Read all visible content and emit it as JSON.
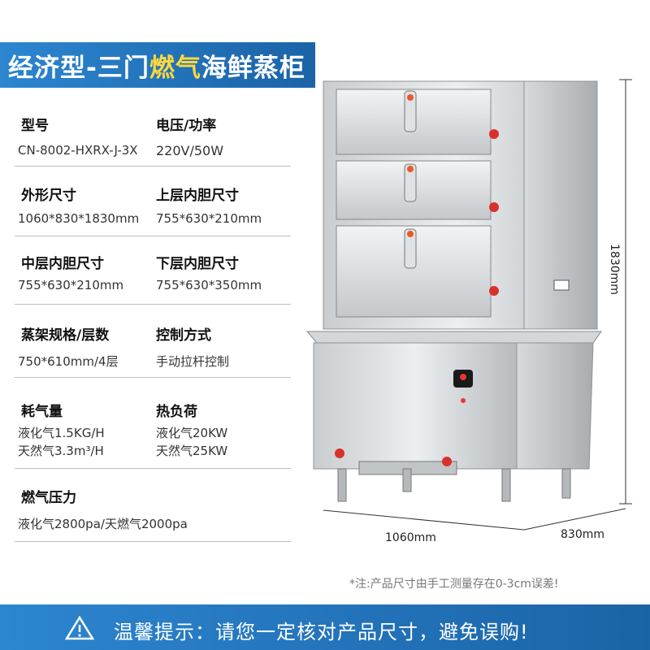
{
  "title": {
    "part1": "经济型-三门",
    "part2": "燃气",
    "part3": "海鲜蒸柜"
  },
  "specs": [
    {
      "label_a": "型号",
      "value_a": "CN-8002-HXRX-J-3X",
      "label_b": "电压/功率",
      "value_b": "220V/50W"
    },
    {
      "label_a": "外形尺寸",
      "value_a": "1060*830*1830mm",
      "label_b": "上层内胆尺寸",
      "value_b": "755*630*210mm"
    },
    {
      "label_a": "中层内胆尺寸",
      "value_a": "755*630*210mm",
      "label_b": "下层内胆尺寸",
      "value_b": "755*630*350mm"
    },
    {
      "label_a": "蒸架规格/层数",
      "value_a": "750*610mm/4层",
      "label_b": "控制方式",
      "value_b": "手动拉杆控制"
    },
    {
      "label_a": "耗气量",
      "value_a": "液化气1.5KG/H",
      "value_a2": "天然气3.3m³/H",
      "label_b": "热负荷",
      "value_b": "液化气20KW",
      "value_b2": "天然气25KW"
    },
    {
      "label_a": "燃气压力",
      "value_a": "液化气2800pa/天燃气2000pa"
    }
  ],
  "dimensions": {
    "height": "1830mm",
    "width": "1060mm",
    "depth": "830mm"
  },
  "note": "*注:产品尺寸由手工测量存在0-3cm误差!",
  "footer": {
    "text": "温馨提示：请您一定核对产品尺寸，避免误购!",
    "icon": "warning-icon"
  },
  "colors": {
    "banner": "#1e6fb8",
    "highlight": "#ffd83d"
  }
}
